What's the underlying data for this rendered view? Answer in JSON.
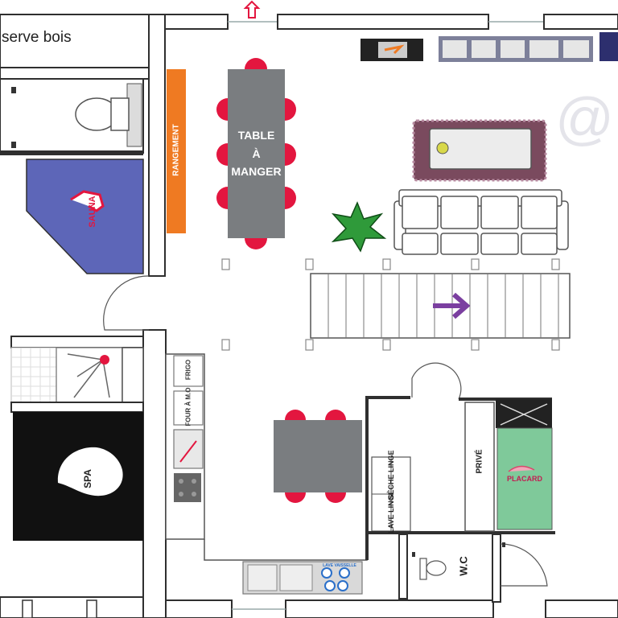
{
  "plan": {
    "rooms": {
      "reserve_bois": "serve bois",
      "rangement": "RANGEMENT",
      "table_line1": "TABLE",
      "table_line2": "À",
      "table_line3": "MANGER",
      "sauna": "SAUNA",
      "spa": "SPA",
      "frigo": "FRIGO",
      "four": "FOUR À M.O",
      "seche_linge": "SÈCHE LINGE",
      "lave_linge": "LAVE LINGE",
      "prive": "PRIVÉ",
      "placard": "PLACARD",
      "wc": "W.C",
      "lave_vaisselle": "LAVE VAISSELLE"
    },
    "colors": {
      "wall": "#2f2f2f",
      "rangement": "#ef7a22",
      "table": "#7a7d80",
      "chair": "#e3163f",
      "sauna": "#5d66b8",
      "spa": "#111111",
      "placard": "#7fc99a",
      "stair_arrow": "#7b3fa0",
      "plant": "#2f9a3a",
      "tv": "#2d2f6e"
    }
  }
}
